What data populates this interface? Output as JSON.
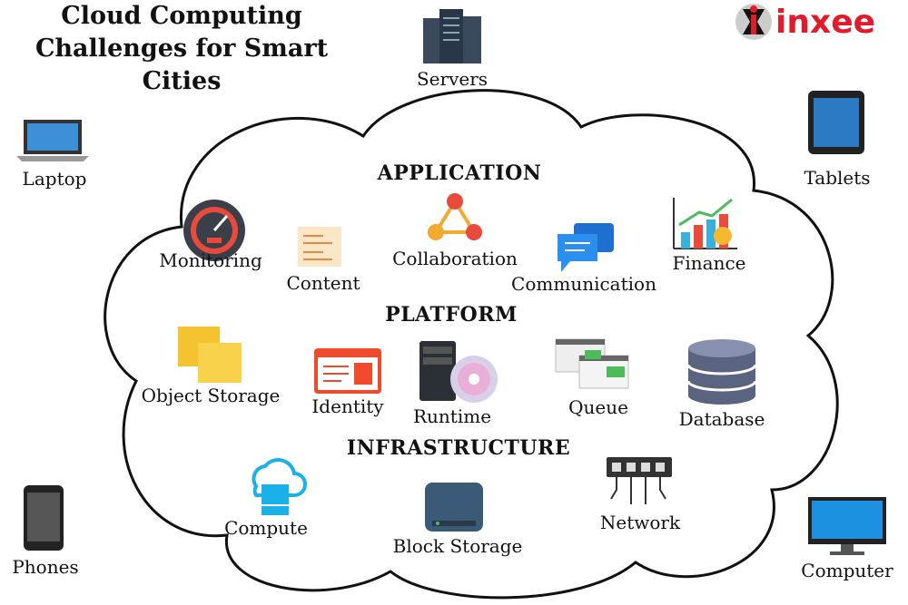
{
  "title": "Cloud Computing Challenges for Smart Cities",
  "logo": {
    "text": "inxee",
    "color": "#e21b2a"
  },
  "devices": {
    "servers": "Servers",
    "laptop": "Laptop",
    "tablets": "Tablets",
    "phones": "Phones",
    "computer": "Computer"
  },
  "sections": {
    "application": "APPLICATION",
    "platform": "PLATFORM",
    "infrastructure": "INFRASTRUCTURE"
  },
  "application": {
    "monitoring": "Monitoring",
    "content": "Content",
    "collaboration": "Collaboration",
    "communication": "Communication",
    "finance": "Finance"
  },
  "platform": {
    "object_storage": "Object Storage",
    "identity": "Identity",
    "runtime": "Runtime",
    "queue": "Queue",
    "database": "Database"
  },
  "infrastructure": {
    "compute": "Compute",
    "block_storage": "Block Storage",
    "network": "Network"
  }
}
